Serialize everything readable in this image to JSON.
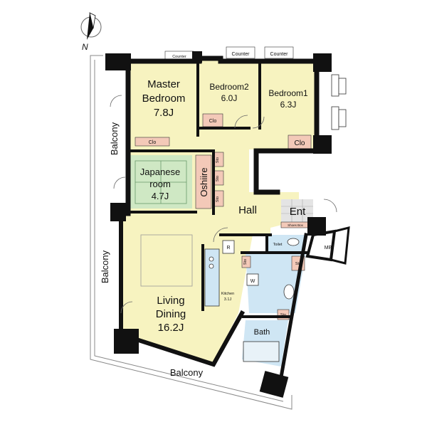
{
  "compass": {
    "north_label": "N"
  },
  "rooms": {
    "master_bedroom": {
      "name_line1": "Master",
      "name_line2": "Bedroom",
      "size": "7.8J"
    },
    "bedroom2": {
      "name": "Bedroom2",
      "size": "6.0J"
    },
    "bedroom1": {
      "name": "Bedroom1",
      "size": "6.3J"
    },
    "japanese_room": {
      "name_line1": "Japanese",
      "name_line2": "room",
      "size": "4.7J"
    },
    "oshiire": {
      "name": "Oshiire"
    },
    "hall": {
      "name": "Hall"
    },
    "entrance": {
      "name": "Ent"
    },
    "living_dining": {
      "name_line1": "Living",
      "name_line2": "Dining",
      "size": "16.2J"
    },
    "kitchen": {
      "name": "Kitchen",
      "size": "3.1J"
    },
    "bath": {
      "name": "Bath"
    },
    "toilet": {
      "name": "Toilet"
    },
    "mb": {
      "name": "MB"
    }
  },
  "fixtures": {
    "counter_1": "Counter",
    "counter_2": "Counter",
    "counter_3": "Counter",
    "clo_master": "Clo",
    "clo_bedroom2": "Clo",
    "clo_bedroom1": "Clo",
    "sto_1": "Sto",
    "sto_2": "Sto",
    "sto_3": "Sto",
    "sto_4": "Sto",
    "sto_5": "Sto",
    "sto_6": "Sto",
    "shoes_box": "Shoes Box",
    "refrigerator": "R",
    "washer": "W"
  },
  "balconies": {
    "west_upper": "Balcony",
    "west_lower": "Balcony",
    "south": "Balcony"
  },
  "colors": {
    "wall": "#111111",
    "floor": "#f7f3c0",
    "japanese_floor": "#cfe8c4",
    "wet_area": "#cfe6f4",
    "storage": "#f3c9b8",
    "grey_floor": "#e4e4e4",
    "balcony_line": "#888888"
  }
}
